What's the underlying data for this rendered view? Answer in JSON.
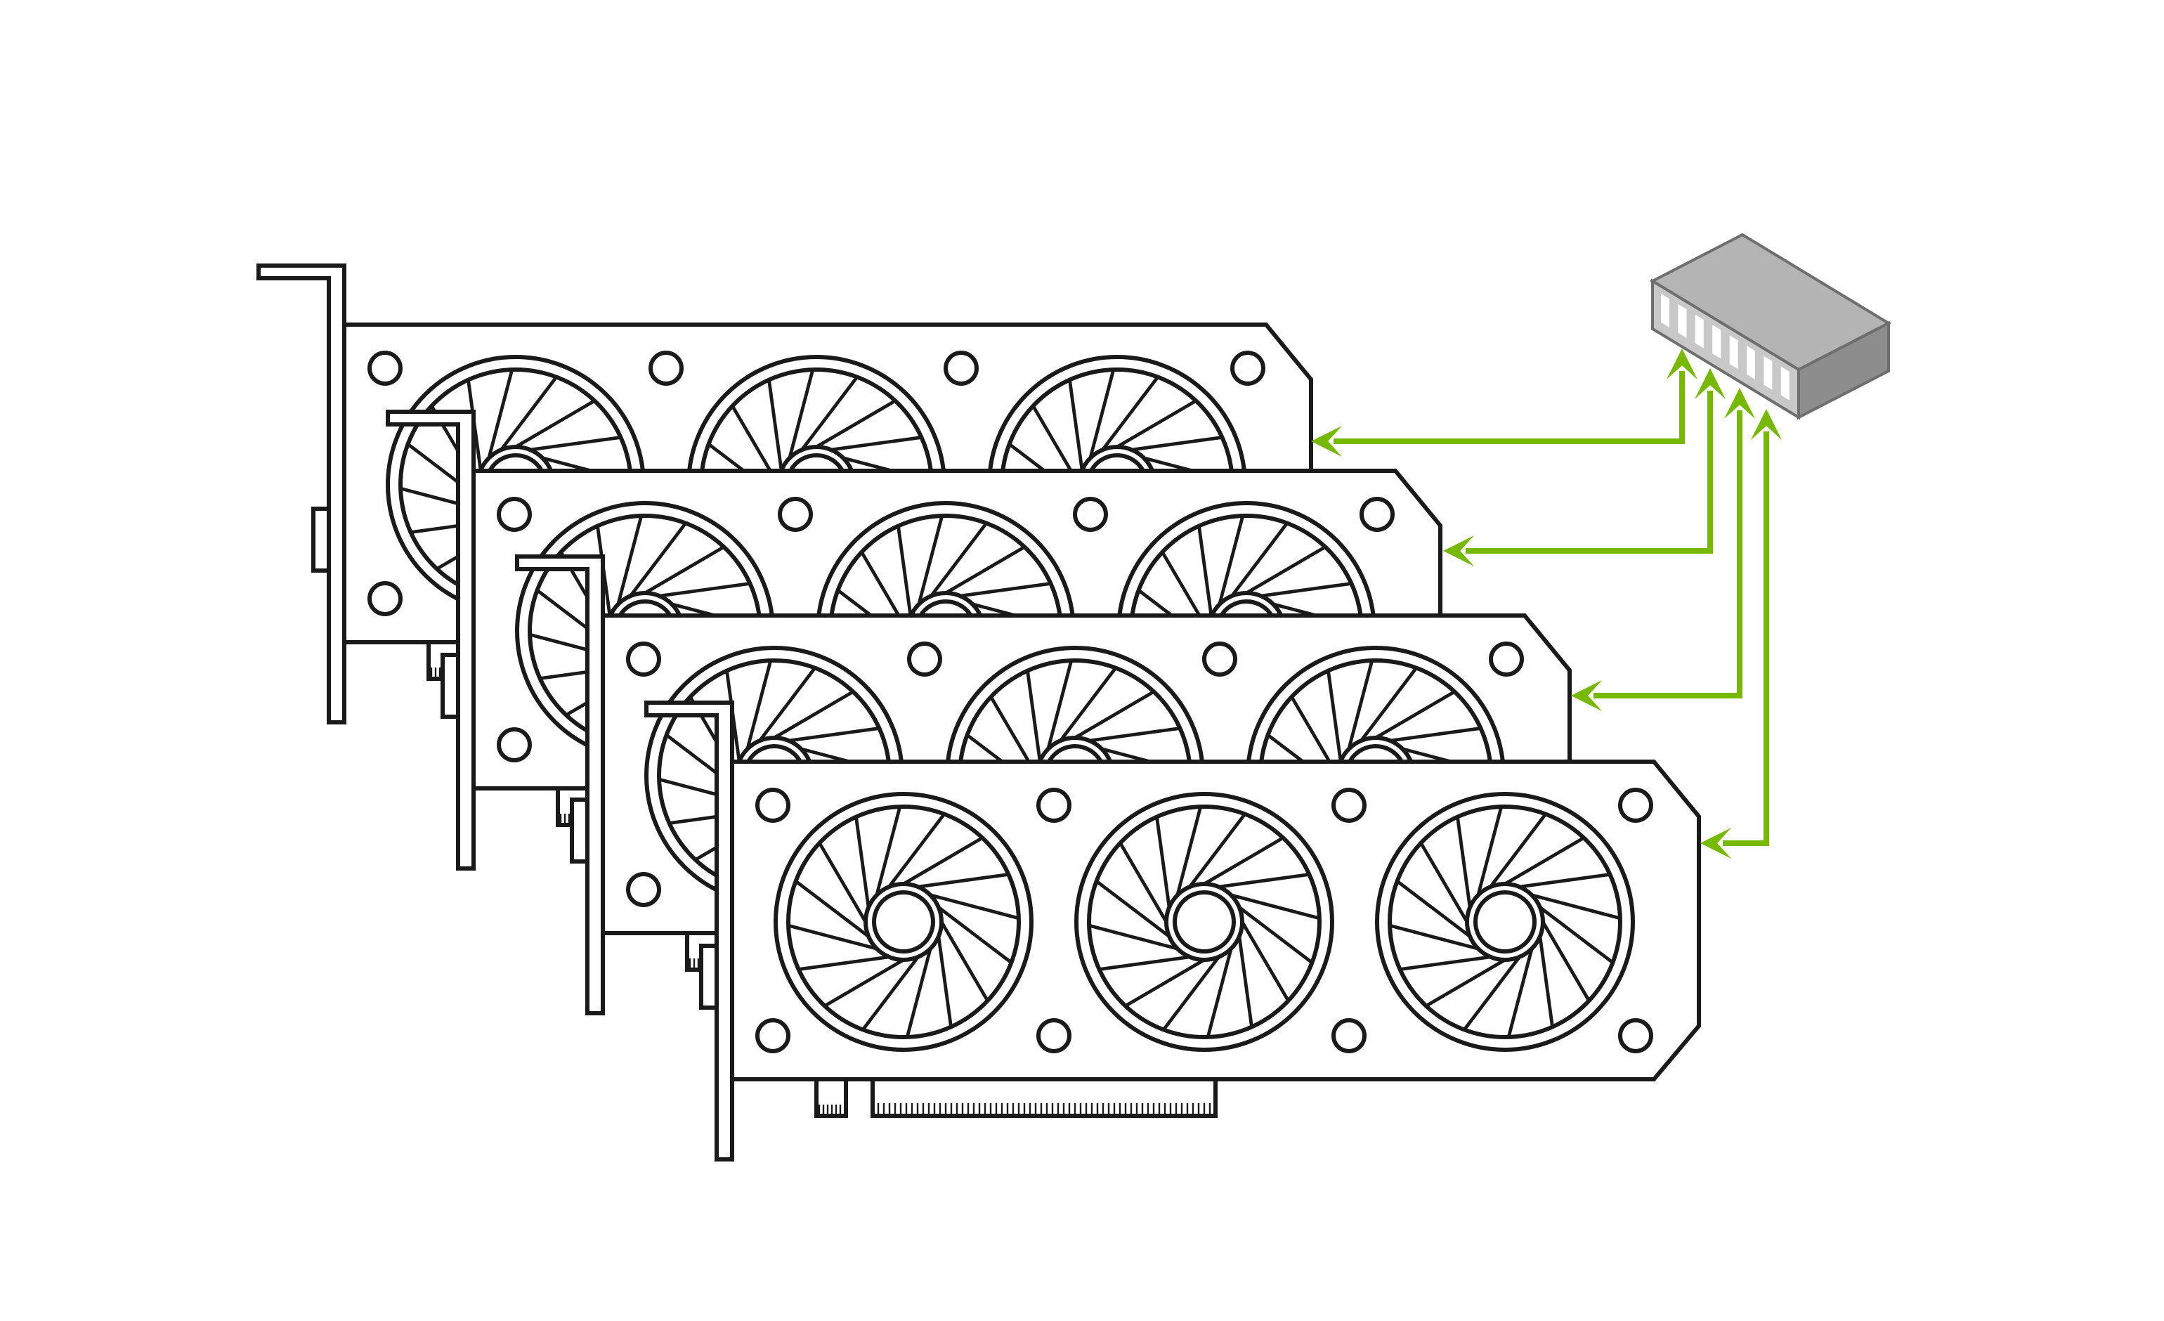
{
  "diagram": {
    "kind": "multi-gpu-switch-illustration",
    "gpu_count": 4,
    "fans_per_gpu": 3,
    "fan_blades": 16,
    "connections": 4,
    "connection_style": "bidirectional-arrow",
    "colors": {
      "background": "#ffffff",
      "outline": "#1a1a1a",
      "card_fill": "#ffffff",
      "link": "#76b900",
      "switch_top": "#b4b4b4",
      "switch_front": "#c8c8c8",
      "switch_side": "#8d8d8d",
      "switch_port": "#ffffff"
    },
    "icons": {
      "gpu": "graphics-card-icon",
      "switch": "network-switch-icon"
    }
  }
}
